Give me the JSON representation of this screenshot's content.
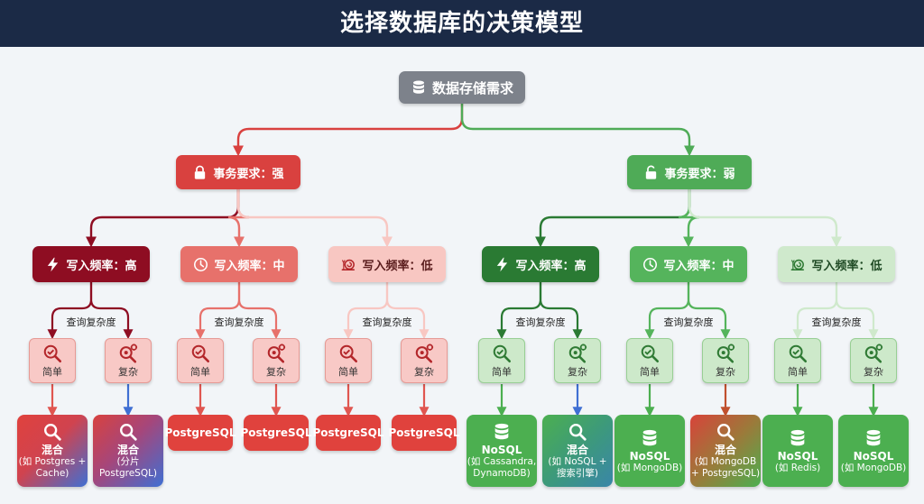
{
  "title": "选择数据库的决策模型",
  "root": {
    "label": "数据存储需求",
    "icon": "database-icon"
  },
  "branches": [
    {
      "label": "事务要求：强",
      "icon": "lock-icon",
      "frequencies": [
        {
          "label": "写入频率：高",
          "icon": "lightning-icon",
          "query_label": "查询复杂度",
          "simple": {
            "label": "简单",
            "icon": "search-check-icon",
            "result": {
              "lines": [
                "混合",
                "(如 Postgres +",
                "Cache)"
              ],
              "icon": "search-icon"
            }
          },
          "complex": {
            "label": "复杂",
            "icon": "search-gear-icon",
            "result": {
              "lines": [
                "混合",
                "(分片",
                "PostgreSQL)"
              ],
              "icon": "search-icon"
            }
          }
        },
        {
          "label": "写入频率：中",
          "icon": "clock-icon",
          "query_label": "查询复杂度",
          "simple": {
            "label": "简单",
            "icon": "search-check-icon",
            "result": {
              "lines": [
                "PostgreSQL"
              ]
            }
          },
          "complex": {
            "label": "复杂",
            "icon": "search-gear-icon",
            "result": {
              "lines": [
                "PostgreSQL"
              ]
            }
          }
        },
        {
          "label": "写入频率：低",
          "icon": "snail-icon",
          "query_label": "查询复杂度",
          "simple": {
            "label": "简单",
            "icon": "search-check-icon",
            "result": {
              "lines": [
                "PostgreSQL"
              ]
            }
          },
          "complex": {
            "label": "复杂",
            "icon": "search-gear-icon",
            "result": {
              "lines": [
                "PostgreSQL"
              ]
            }
          }
        }
      ]
    },
    {
      "label": "事务要求：弱",
      "icon": "unlock-icon",
      "frequencies": [
        {
          "label": "写入频率：高",
          "icon": "lightning-icon",
          "query_label": "查询复杂度",
          "simple": {
            "label": "简单",
            "icon": "search-check-icon",
            "result": {
              "lines": [
                "NoSQL",
                "(如 Cassandra,",
                "DynamoDB)"
              ],
              "icon": "database-icon"
            }
          },
          "complex": {
            "label": "复杂",
            "icon": "search-gear-icon",
            "result": {
              "lines": [
                "混合",
                "(如 NoSQL +",
                "搜索引擎)"
              ],
              "icon": "search-icon"
            }
          }
        },
        {
          "label": "写入频率：中",
          "icon": "clock-icon",
          "query_label": "查询复杂度",
          "simple": {
            "label": "简单",
            "icon": "search-check-icon",
            "result": {
              "lines": [
                "NoSQL",
                "(如 MongoDB)"
              ],
              "icon": "database-icon"
            }
          },
          "complex": {
            "label": "复杂",
            "icon": "search-gear-icon",
            "result": {
              "lines": [
                "混合",
                "(如 MongoDB",
                "+ PostgreSQL)"
              ],
              "icon": "search-icon"
            }
          }
        },
        {
          "label": "写入频率：低",
          "icon": "snail-icon",
          "query_label": "查询复杂度",
          "simple": {
            "label": "简单",
            "icon": "search-check-icon",
            "result": {
              "lines": [
                "NoSQL",
                "(如 Redis)"
              ],
              "icon": "database-icon"
            }
          },
          "complex": {
            "label": "复杂",
            "icon": "search-gear-icon",
            "result": {
              "lines": [
                "NoSQL",
                "(如 MongoDB)"
              ],
              "icon": "database-icon"
            }
          }
        }
      ]
    }
  ],
  "colors": {
    "title_bar": "#1b2a46",
    "root": "#7d828b",
    "strong_branch": "#d9413f",
    "weak_branch": "#4fab57",
    "strong_high": "#8e0d22",
    "strong_mid": "#e7716b",
    "strong_low": "#f8c7c2",
    "weak_high": "#2a7a33",
    "weak_mid": "#55b45c",
    "weak_low": "#cfe9cc",
    "strong_query_box": "#f8c9c6",
    "weak_query_box": "#cde9ca",
    "strong_leaf": "#e0423d",
    "weak_leaf": "#4caf50",
    "hybrid_blend_blue": "#3f6fd3"
  }
}
